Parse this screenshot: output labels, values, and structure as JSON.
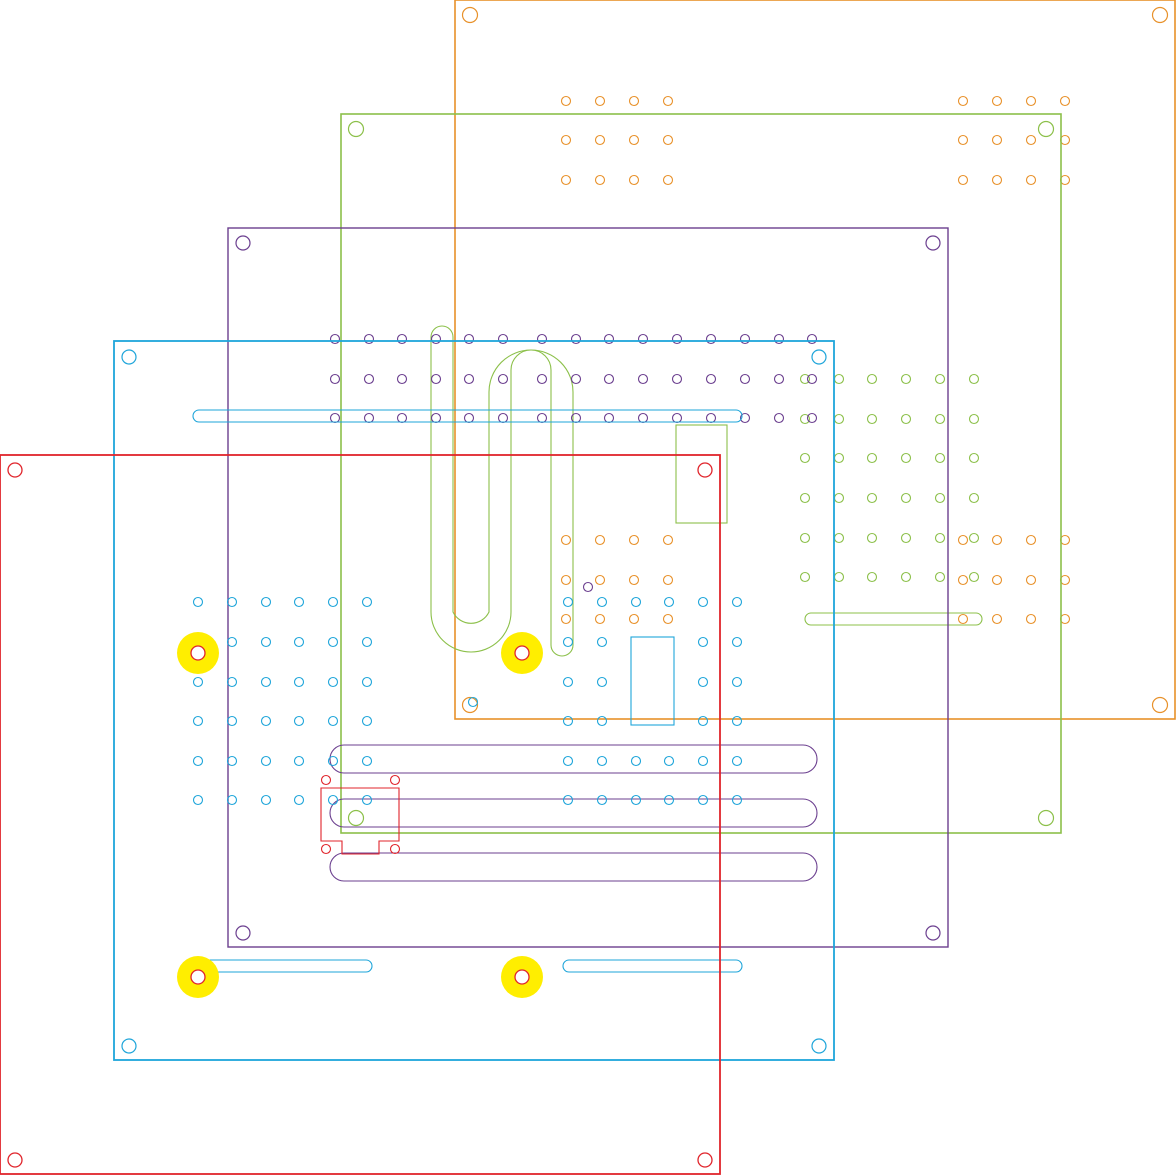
{
  "title": "",
  "colors": {
    "orange": "#E8912A",
    "green": "#8CC04A",
    "purple": "#6B3F8F",
    "blue": "#1EA5DA",
    "red": "#E0242B",
    "highlight": "#FFEE00"
  },
  "layers": [
    {
      "name": "orange-plate",
      "color_key": "orange",
      "pattern": "corner-mount-holes-and-hole-arrays"
    },
    {
      "name": "green-plate",
      "color_key": "green",
      "pattern": "corner-mount-holes-hole-array-u-slot"
    },
    {
      "name": "purple-plate",
      "color_key": "purple",
      "pattern": "corner-mount-holes-hole-rows-slots"
    },
    {
      "name": "blue-plate",
      "color_key": "blue",
      "pattern": "corner-mount-holes-hole-grids-slots"
    },
    {
      "name": "red-plate",
      "color_key": "red",
      "pattern": "corner-mount-holes-connector-cutout"
    }
  ],
  "highlighted_holes": 4
}
